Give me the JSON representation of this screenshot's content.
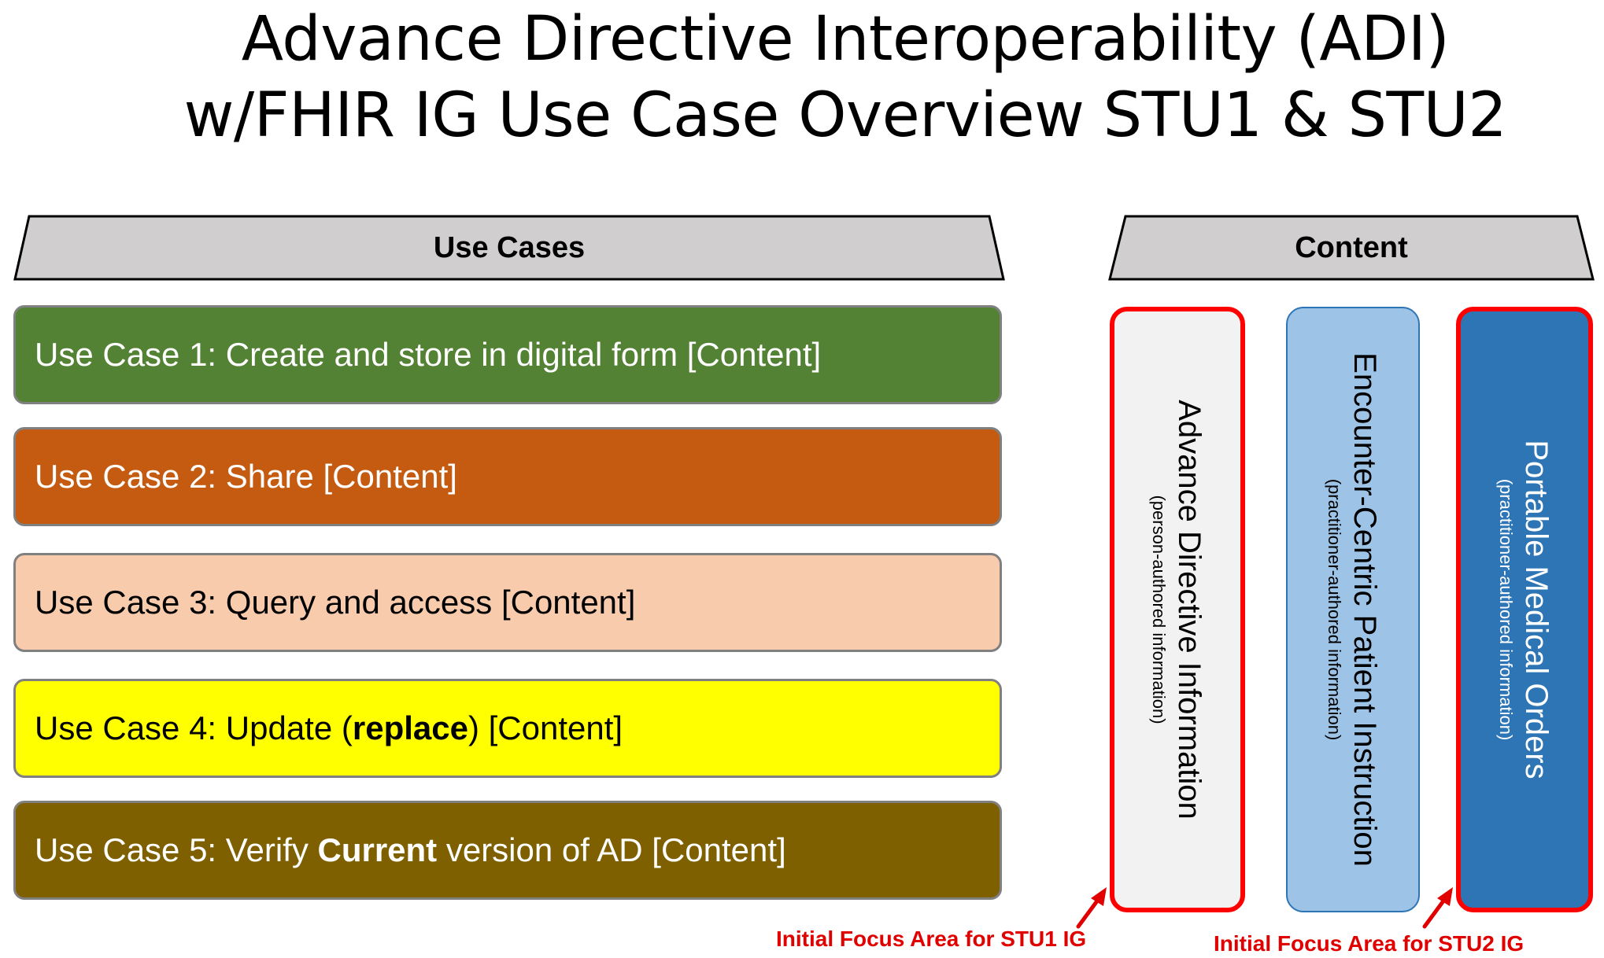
{
  "title": {
    "line1": "Advance Directive Interoperability (ADI)",
    "line2": "w/FHIR IG Use Case Overview STU1 & STU2"
  },
  "headers": {
    "use_cases": "Use Cases",
    "content": "Content"
  },
  "use_cases": [
    {
      "label": "Use Case 1: Create and store in digital form [Content]",
      "color": "#548235",
      "text_color": "#ffffff"
    },
    {
      "label": "Use Case 2:  Share [Content]",
      "color": "#c55a11",
      "text_color": "#ffffff"
    },
    {
      "pre": "Use Case 3:  Query and access [Content]",
      "color": "#f8cbad",
      "text_color": "#000000"
    },
    {
      "pre": "Use Case 4:  Update (",
      "bold": "replace",
      "post": ") [Content]",
      "color": "#ffff00",
      "text_color": "#000000"
    },
    {
      "pre": "Use Case 5: Verify ",
      "bold": "Current",
      "post": " version of AD [Content]",
      "color": "#7f6000",
      "text_color": "#ffffff"
    }
  ],
  "content_columns": [
    {
      "title": "Advance Directive Information",
      "subtitle": "(person-authored information)",
      "fill": "#f2f2f2",
      "border": "#ff0000",
      "text_color": "#000000"
    },
    {
      "title": "Encounter-Centric Patient Instruction",
      "subtitle": "(practitioner-authored information)",
      "fill": "#9dc3e6",
      "border": "#2e75b6",
      "text_color": "#000000"
    },
    {
      "title": "Portable Medical Orders",
      "subtitle": "(practitioner-authored information)",
      "fill": "#2e75b6",
      "border": "#ff0000",
      "text_color": "#ffffff"
    }
  ],
  "focus_labels": {
    "stu1": "Initial Focus Area for STU1 IG",
    "stu2": "Initial Focus Area for STU2 IG"
  },
  "colors": {
    "header_fill": "#d0cece",
    "focus_red": "#e00000"
  }
}
